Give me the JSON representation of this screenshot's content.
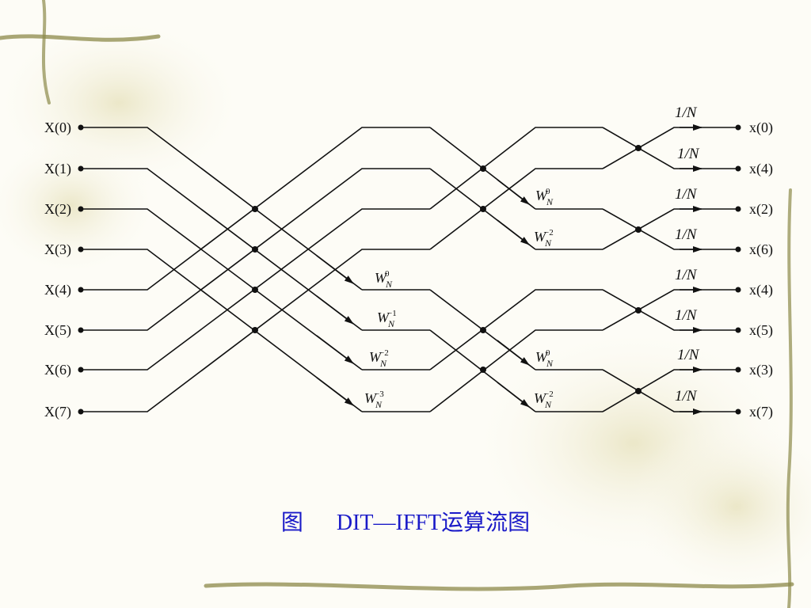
{
  "inputs": [
    "X(0)",
    "X(1)",
    "X(2)",
    "X(3)",
    "X(4)",
    "X(5)",
    "X(6)",
    "X(7)"
  ],
  "outputs": [
    "x(0)",
    "x(4)",
    "x(2)",
    "x(6)",
    "x(4)",
    "x(5)",
    "x(3)",
    "x(7)"
  ],
  "twiddle_base": "W",
  "twiddle_sub": "N",
  "stage1_twiddles": [
    "0",
    "−1",
    "−2",
    "−3"
  ],
  "stage2_twiddles": [
    "0",
    "−2",
    "0",
    "−2"
  ],
  "scale_factor": "1/N",
  "caption": {
    "prefix": "图",
    "title": "DIT—IFFT运算流图"
  },
  "colors": {
    "caption": "#1a1ac8",
    "lines": "#111111",
    "decoration": "#8c8a4a"
  }
}
